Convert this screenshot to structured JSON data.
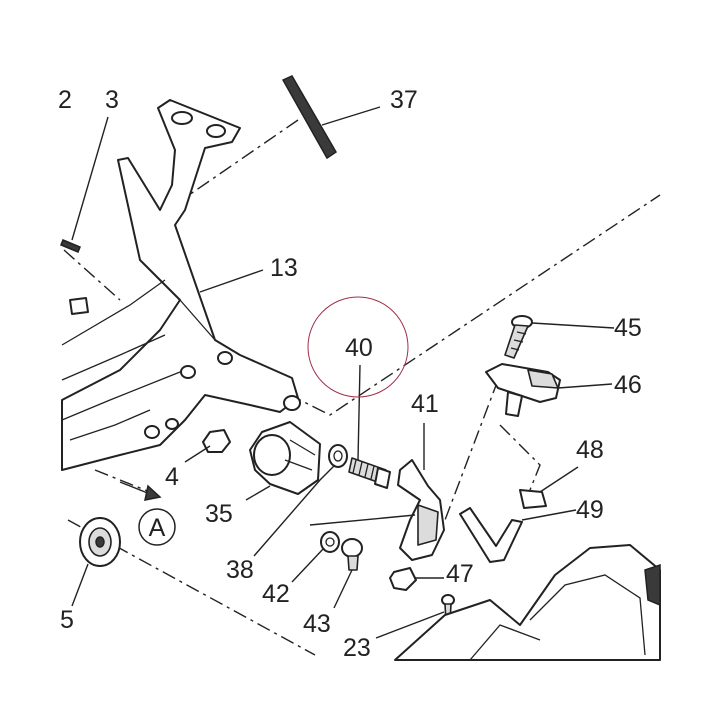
{
  "parts": [
    {
      "id": "p2",
      "number": "2"
    },
    {
      "id": "p3",
      "number": "3"
    },
    {
      "id": "p37",
      "number": "37"
    },
    {
      "id": "p13",
      "number": "13"
    },
    {
      "id": "p40",
      "number": "40"
    },
    {
      "id": "p45",
      "number": "45"
    },
    {
      "id": "p46",
      "number": "46"
    },
    {
      "id": "p41",
      "number": "41"
    },
    {
      "id": "p48",
      "number": "48"
    },
    {
      "id": "p49",
      "number": "49"
    },
    {
      "id": "p4",
      "number": "4"
    },
    {
      "id": "p35",
      "number": "35"
    },
    {
      "id": "p38",
      "number": "38"
    },
    {
      "id": "p42",
      "number": "42"
    },
    {
      "id": "p43",
      "number": "43"
    },
    {
      "id": "p47",
      "number": "47"
    },
    {
      "id": "p5",
      "number": "5"
    },
    {
      "id": "p23",
      "number": "23"
    }
  ],
  "view_marker": "A",
  "colors": {
    "line": "#222222",
    "highlight_circle": "#a0304a",
    "shade": "#dcdcdc"
  }
}
